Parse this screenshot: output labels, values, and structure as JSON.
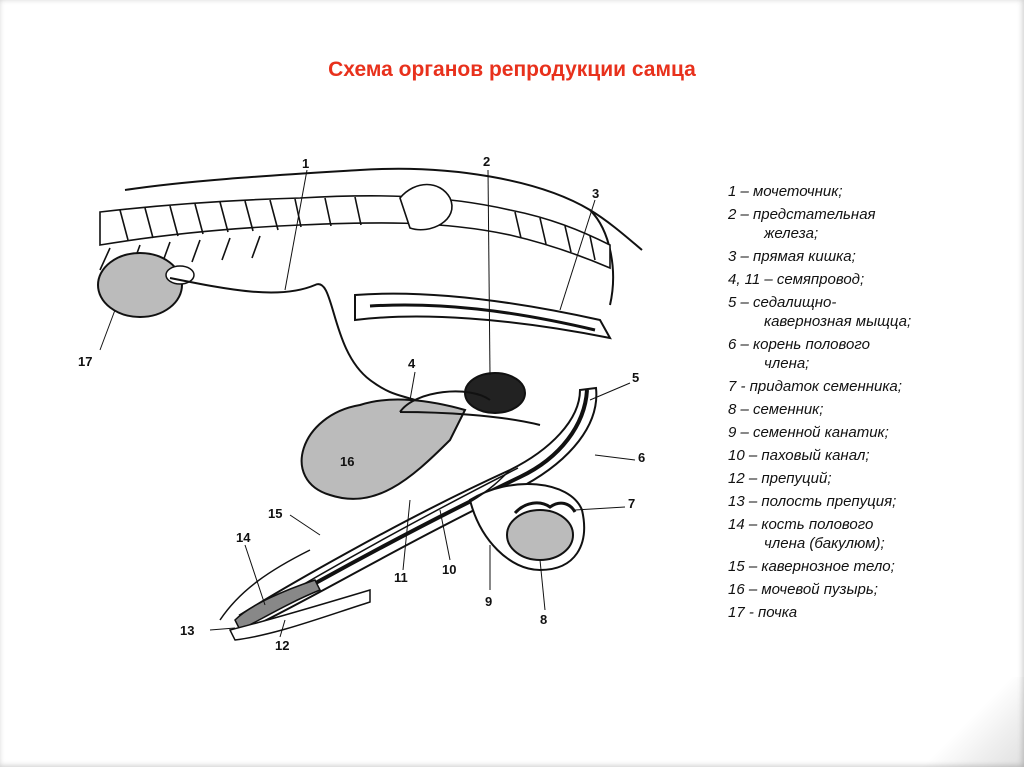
{
  "title": "Схема органов репродукции самца",
  "callouts": {
    "c1": "1",
    "c2": "2",
    "c3": "3",
    "c4": "4",
    "c5": "5",
    "c6": "6",
    "c7": "7",
    "c8": "8",
    "c9": "9",
    "c10": "10",
    "c11": "11",
    "c12": "12",
    "c13": "13",
    "c14": "14",
    "c15": "15",
    "c16": "16",
    "c17": "17"
  },
  "legend": [
    {
      "line1": "1 – мочеточник;"
    },
    {
      "line1": "2 – предстательная",
      "line2": "железа;"
    },
    {
      "line1": "3 – прямая кишка;"
    },
    {
      "line1": "4, 11 – семяпровод;"
    },
    {
      "line1": "5 – седалищно-",
      "line2": "кавернозная мыщца;"
    },
    {
      "line1": "6 – корень полового",
      "line2": "члена;"
    },
    {
      "line1": "7 - придаток семенника;"
    },
    {
      "line1": "8 – семенник;"
    },
    {
      "line1": "9 – семенной канатик;"
    },
    {
      "line1": "10 – паховый канал;"
    },
    {
      "line1": "12 – препуций;"
    },
    {
      "line1": "13 – полость препуция;"
    },
    {
      "line1": "14 – кость полового",
      "line2": "члена (бакулюм);"
    },
    {
      "line1": "15 – кавернозное тело;"
    },
    {
      "line1": "16 – мочевой пузырь;"
    },
    {
      "line1": "17 - почка"
    }
  ],
  "colors": {
    "title": "#e8311c",
    "ink": "#111111"
  }
}
